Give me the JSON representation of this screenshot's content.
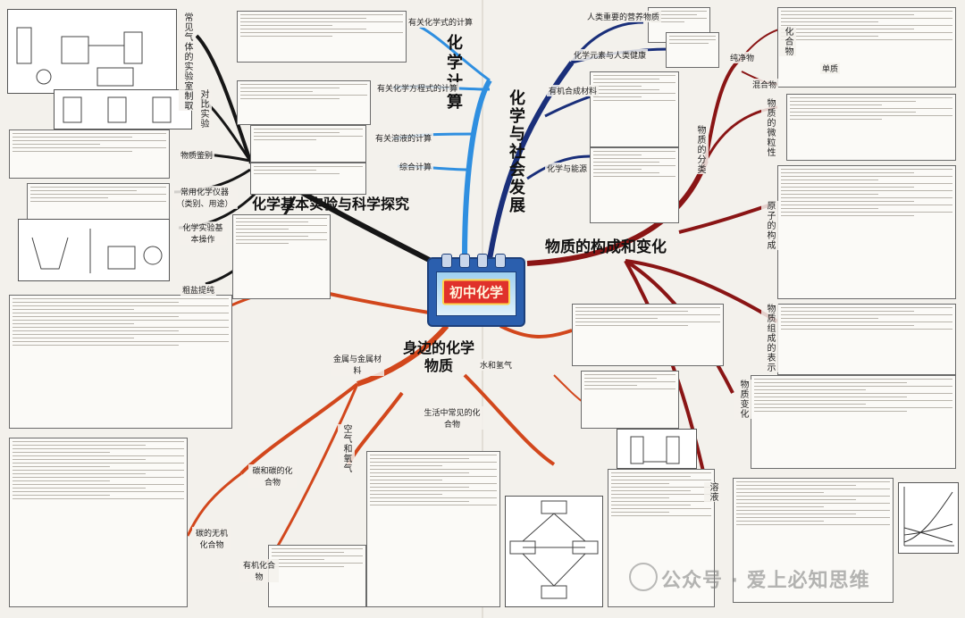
{
  "center": {
    "title": "初中化学"
  },
  "branches": {
    "calculation": "化学计算",
    "society": "化学与社会发展",
    "structure": "物质的构成和变化",
    "experiment": "化学基本实验与科学探究",
    "substances": "身边的化学物质"
  },
  "calc_subs": [
    "有关化学式的计算",
    "有关化学方程式的计算",
    "有关溶液的计算",
    "综合计算"
  ],
  "society_subs": [
    "人类重要的营养物质",
    "化学元素与人类健康",
    "有机合成材料",
    "化学与能源"
  ],
  "structure_subs": [
    "纯净物",
    "混合物",
    "化合物",
    "单质",
    "物质的分类",
    "物质的微粒性",
    "原子的构成",
    "物质组成的表示",
    "物质变化"
  ],
  "experiment_subs": [
    "常见气体的实验室制取",
    "对比实验",
    "物质鉴别",
    "常用化学仪器（类别、用途）",
    "化学实验基本操作",
    "粗盐提纯"
  ],
  "substance_subs": [
    "金属与金属材料",
    "水和氢气",
    "生活中常见的化合物",
    "空气和氧气",
    "碳和碳的化合物",
    "碳的无机化合物",
    "有机化合物",
    "溶液"
  ],
  "watermark": "公众号 · 爱上必知思维"
}
